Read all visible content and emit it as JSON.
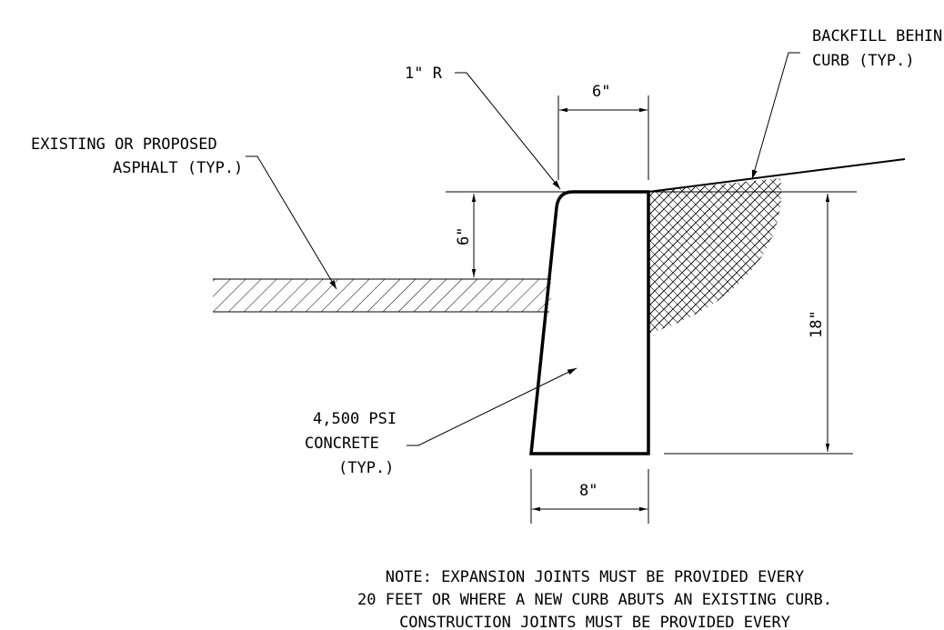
{
  "labels": {
    "radius": "1\" R",
    "top_width": "6\"",
    "backfill_line1": "BACKFILL BEHIN",
    "backfill_line2": "CURB (TYP.)",
    "asphalt_line1": "EXISTING OR PROPOSED",
    "asphalt_line2": "ASPHALT (TYP.)",
    "curb_reveal": "6\"",
    "curb_height": "18\"",
    "concrete_line1": "4,500 PSI",
    "concrete_line2": "CONCRETE",
    "concrete_line3": "(TYP.)",
    "bottom_width": "8\""
  },
  "note": {
    "line1": "NOTE: EXPANSION JOINTS MUST BE PROVIDED EVERY",
    "line2": "20 FEET OR WHERE A NEW CURB ABUTS AN EXISTING CURB.",
    "line3": "CONSTRUCTION JOINTS MUST BE PROVIDED EVERY"
  }
}
